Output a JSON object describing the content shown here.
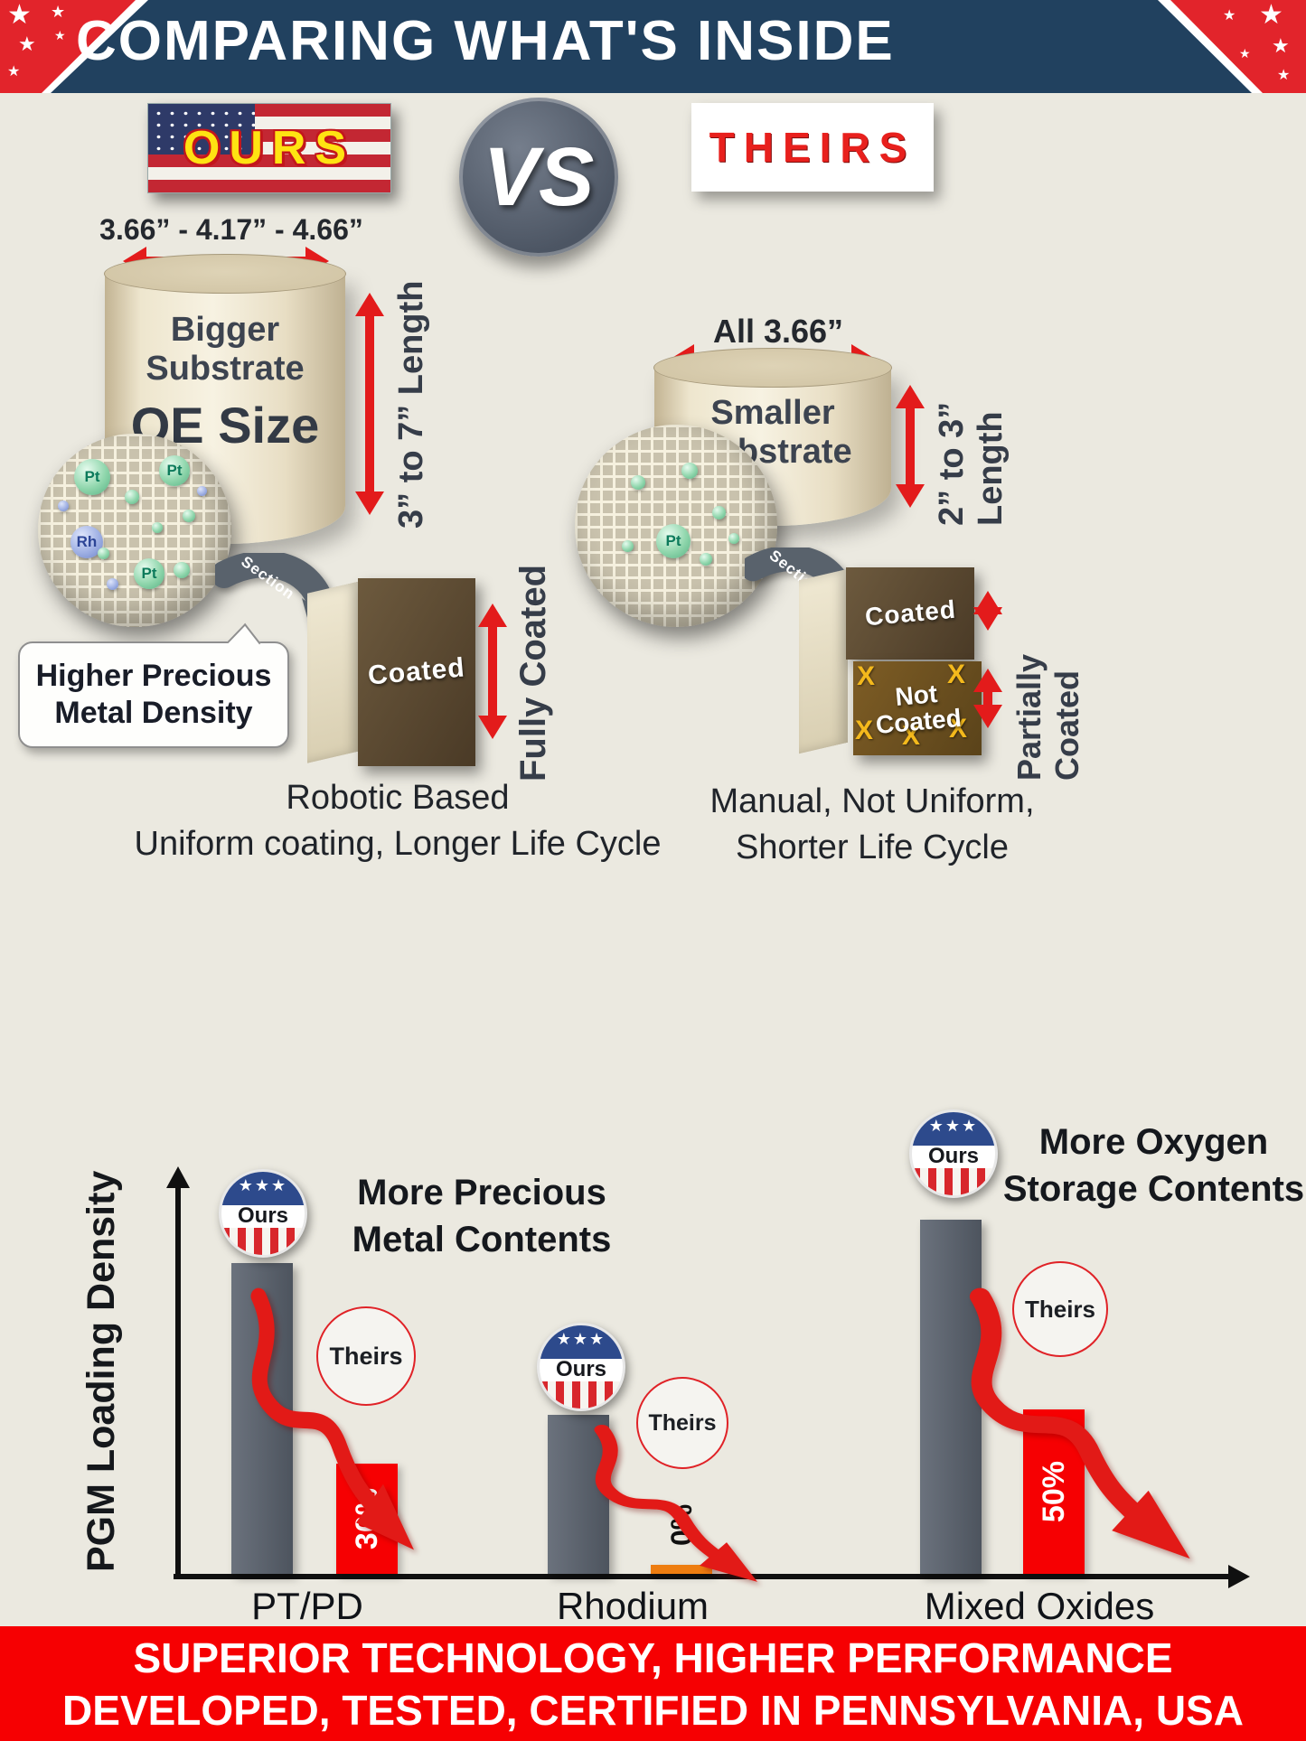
{
  "header": {
    "title": "COMPARING WHAT'S INSIDE",
    "star": "★"
  },
  "versus": {
    "ours": "OURS",
    "vs": "VS",
    "theirs": "THEIRS"
  },
  "ours": {
    "diameter": "3.66” - 4.17” - 4.66”",
    "substrate": [
      "Bigger",
      "Substrate",
      "OE Size"
    ],
    "length": "3” to 7” Length",
    "particles": [
      "Pt",
      "Pt",
      "Rh",
      "Pt"
    ],
    "bubble": [
      "Higher Precious",
      "Metal Density"
    ],
    "section": "Section",
    "box": "Coated",
    "coating": "Fully Coated",
    "caption": [
      "Robotic Based",
      "Uniform coating, Longer Life Cycle"
    ]
  },
  "theirs": {
    "diameter": "All 3.66”",
    "substrate": [
      "Smaller",
      "Substrate"
    ],
    "length": "2” to 3” Length",
    "particles": [
      "Pt"
    ],
    "section": "Section",
    "box_top": "Coated",
    "box_bottom": [
      "Not",
      "Coated"
    ],
    "x_mark": "X",
    "coating": "Partially Coated",
    "caption": [
      "Manual, Not Uniform,",
      "Shorter Life Cycle"
    ]
  },
  "chart": {
    "y_label": "PGM Loading Density",
    "ours_pin": {
      "stars": "★★★",
      "label": "Ours"
    },
    "theirs_pin": "Theirs",
    "annotations": {
      "precious": [
        "More Precious",
        "Metal Contents"
      ],
      "oxygen": [
        "More Oxygen",
        "Storage Contents"
      ]
    },
    "groups": [
      {
        "label": "PT/PD",
        "value": "30%"
      },
      {
        "label": "Rhodium",
        "value": "0%"
      },
      {
        "label": "Mixed Oxides",
        "value": "50%"
      }
    ]
  },
  "chart_data": {
    "type": "bar",
    "categories": [
      "PT/PD",
      "Rhodium",
      "Mixed Oxides"
    ],
    "series": [
      {
        "name": "Ours",
        "values": [
          100,
          51,
          114
        ]
      },
      {
        "name": "Theirs",
        "values": [
          30,
          0,
          50
        ]
      }
    ],
    "title": "",
    "xlabel": "",
    "ylabel": "PGM Loading Density",
    "value_labels_theirs": [
      "30%",
      "0%",
      "50%"
    ],
    "grid": false,
    "legend_position": "badges-above-bars",
    "colors": {
      "ours_bar": "#575e68",
      "theirs_bar": "#f60002"
    }
  },
  "footer": {
    "line1": "SUPERIOR TECHNOLOGY, HIGHER PERFORMANCE",
    "line2": "DEVELOPED, TESTED, CERTIFIED IN PENNSYLVANIA, USA"
  }
}
